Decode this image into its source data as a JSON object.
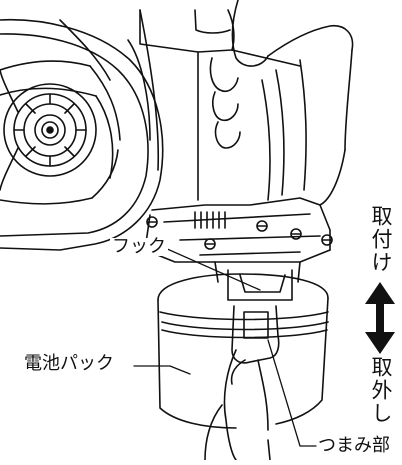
{
  "labels": {
    "hook": "フック",
    "battery_pack": "電池パック",
    "knob": "つまみ部",
    "attach": "取付け",
    "detach": "取外し"
  },
  "icons": {
    "direction": "double-vertical-arrow-icon"
  },
  "colors": {
    "line": "#111111",
    "background": "#ffffff"
  }
}
